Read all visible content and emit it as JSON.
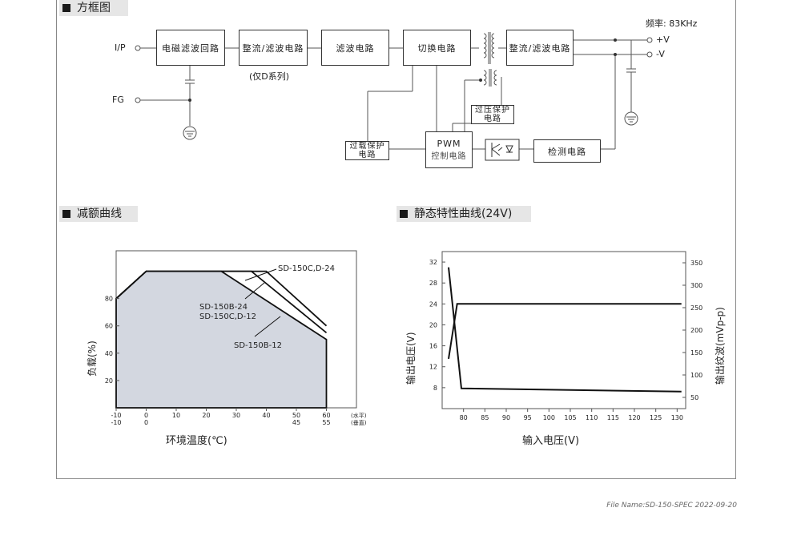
{
  "sections": {
    "block_diagram": "方框图",
    "derating": "减额曲线",
    "static": "静态特性曲线(24V)"
  },
  "diagram": {
    "freq": "频率: 83KHz",
    "ip": "I/P",
    "fg": "FG",
    "out_pos": "+V",
    "out_neg": "-V",
    "emi": "电磁滤波回路",
    "rect1": "整流/滤波电路",
    "rect1_note": "(仅D系列)",
    "filter": "滤波电路",
    "switch": "切换电路",
    "rect2": "整流/滤波电路",
    "ovp": "过压保护电路",
    "olp": "过载保护电路",
    "pwm_title": "PWM",
    "pwm_sub": "控制电路",
    "detect": "检测电路"
  },
  "chart_data": [
    {
      "type": "area",
      "title": "",
      "ylabel": "负载(%)",
      "xlabel": "环境温度(℃)",
      "x_ticks_horizontal": [
        "-10",
        "0",
        "10",
        "20",
        "30",
        "40",
        "50",
        "60"
      ],
      "x_ticks_vertical": [
        "-10",
        "0",
        "45",
        "55"
      ],
      "axis_note_top": "(水平)",
      "axis_note_bottom": "(垂直)",
      "y_ticks": [
        "20",
        "40",
        "60",
        "80"
      ],
      "xlim": [
        -10,
        70
      ],
      "ylim": [
        0,
        115
      ],
      "series": [
        {
          "name": "SD-150C,D-24",
          "x": [
            -10,
            0,
            40,
            60
          ],
          "y": [
            80,
            100,
            100,
            60
          ]
        },
        {
          "name": "SD-150B-24 SD-150C,D-12",
          "x": [
            -10,
            0,
            35,
            60
          ],
          "y": [
            80,
            100,
            100,
            55
          ]
        },
        {
          "name": "SD-150B-12",
          "x": [
            -10,
            0,
            25,
            60,
            60,
            -10
          ],
          "y": [
            80,
            100,
            100,
            50,
            0,
            0
          ]
        }
      ],
      "labels": {
        "l1": "SD-150C,D-24",
        "l2a": "SD-150B-24",
        "l2b": "SD-150C,D-12",
        "l3": "SD-150B-12"
      }
    },
    {
      "type": "line",
      "title": "",
      "xlabel": "输入电压(V)",
      "ylabel_left": "输出电压(V)",
      "ylabel_right": "输出纹波(mVp-p)",
      "x_ticks": [
        "80",
        "85",
        "90",
        "95",
        "100",
        "105",
        "110",
        "115",
        "120",
        "125",
        "130"
      ],
      "y_left_ticks": [
        "8",
        "12",
        "16",
        "20",
        "24",
        "28",
        "32"
      ],
      "y_right_ticks": [
        "50",
        "100",
        "150",
        "200",
        "250",
        "300",
        "350"
      ],
      "xlim": [
        75,
        132
      ],
      "ylim_left": [
        4,
        34
      ],
      "ylim_right": [
        25,
        375
      ],
      "series": [
        {
          "axis": "left",
          "x": [
            76.5,
            78.5,
            131
          ],
          "y": [
            13.5,
            24,
            24
          ]
        },
        {
          "axis": "right",
          "x": [
            76.5,
            79.5,
            131
          ],
          "y": [
            340,
            70,
            63
          ]
        }
      ]
    }
  ],
  "footer": "File Name:SD-150-SPEC   2022-09-20"
}
